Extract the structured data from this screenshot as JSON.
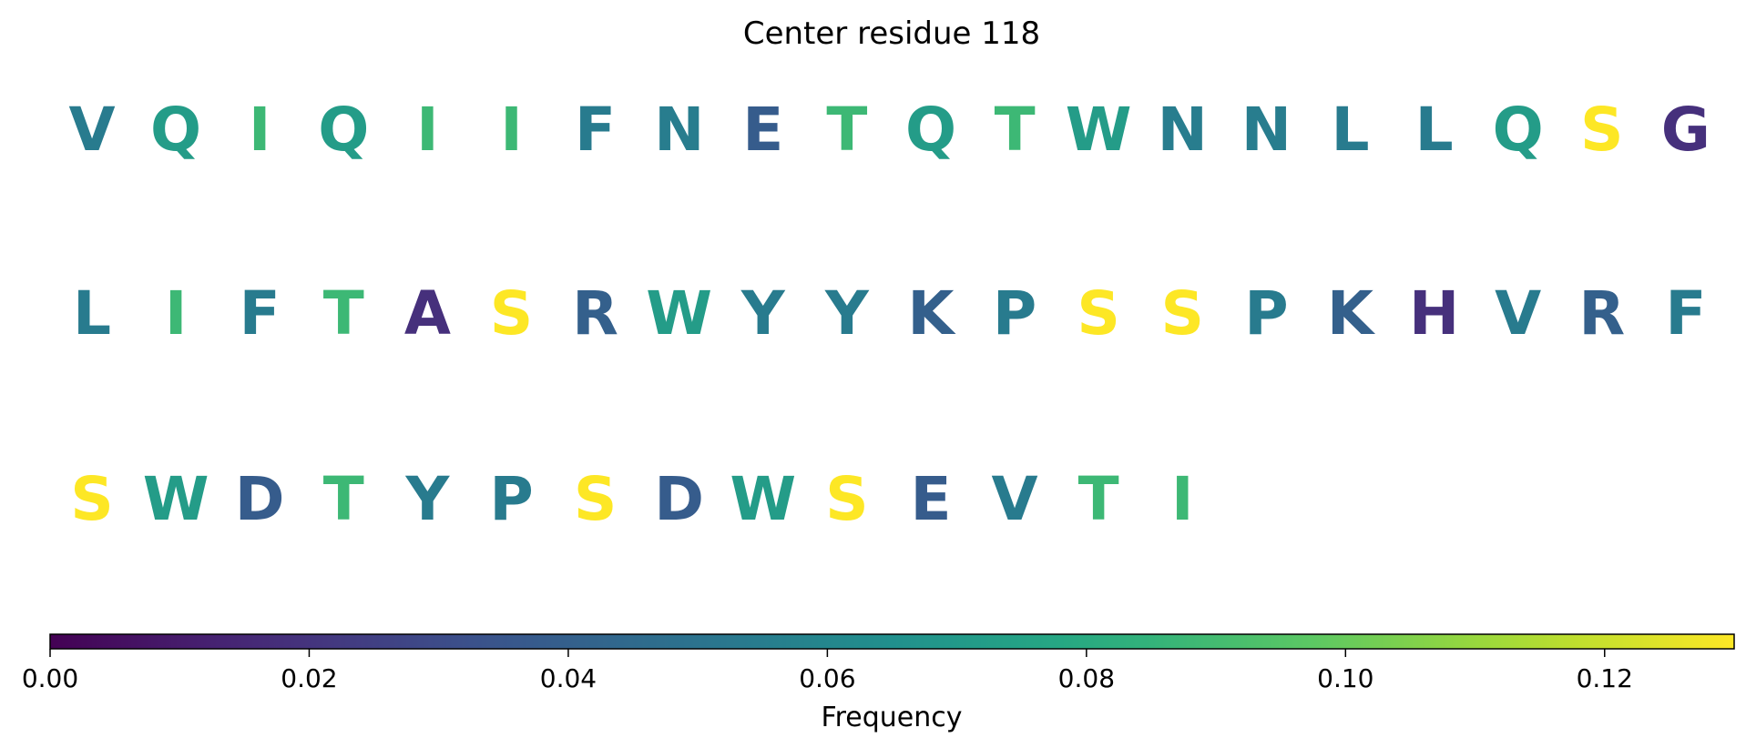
{
  "chart_data": {
    "type": "heatmap",
    "title": "Center residue 118",
    "residues": [
      {
        "letter": "V",
        "value": 0.054
      },
      {
        "letter": "Q",
        "value": 0.072
      },
      {
        "letter": "I",
        "value": 0.088
      },
      {
        "letter": "Q",
        "value": 0.072
      },
      {
        "letter": "I",
        "value": 0.088
      },
      {
        "letter": "I",
        "value": 0.088
      },
      {
        "letter": "F",
        "value": 0.054
      },
      {
        "letter": "N",
        "value": 0.055
      },
      {
        "letter": "E",
        "value": 0.038
      },
      {
        "letter": "T",
        "value": 0.088
      },
      {
        "letter": "Q",
        "value": 0.072
      },
      {
        "letter": "T",
        "value": 0.088
      },
      {
        "letter": "W",
        "value": 0.072
      },
      {
        "letter": "N",
        "value": 0.055
      },
      {
        "letter": "N",
        "value": 0.055
      },
      {
        "letter": "L",
        "value": 0.054
      },
      {
        "letter": "L",
        "value": 0.054
      },
      {
        "letter": "Q",
        "value": 0.072
      },
      {
        "letter": "S",
        "value": 0.13
      },
      {
        "letter": "G",
        "value": 0.018
      },
      {
        "letter": "L",
        "value": 0.054
      },
      {
        "letter": "I",
        "value": 0.088
      },
      {
        "letter": "F",
        "value": 0.054
      },
      {
        "letter": "T",
        "value": 0.088
      },
      {
        "letter": "A",
        "value": 0.018
      },
      {
        "letter": "S",
        "value": 0.13
      },
      {
        "letter": "R",
        "value": 0.04
      },
      {
        "letter": "W",
        "value": 0.072
      },
      {
        "letter": "Y",
        "value": 0.054
      },
      {
        "letter": "Y",
        "value": 0.054
      },
      {
        "letter": "K",
        "value": 0.04
      },
      {
        "letter": "P",
        "value": 0.054
      },
      {
        "letter": "S",
        "value": 0.13
      },
      {
        "letter": "S",
        "value": 0.13
      },
      {
        "letter": "P",
        "value": 0.054
      },
      {
        "letter": "K",
        "value": 0.04
      },
      {
        "letter": "H",
        "value": 0.018
      },
      {
        "letter": "V",
        "value": 0.054
      },
      {
        "letter": "R",
        "value": 0.04
      },
      {
        "letter": "F",
        "value": 0.054
      },
      {
        "letter": "S",
        "value": 0.13
      },
      {
        "letter": "W",
        "value": 0.072
      },
      {
        "letter": "D",
        "value": 0.038
      },
      {
        "letter": "T",
        "value": 0.088
      },
      {
        "letter": "Y",
        "value": 0.054
      },
      {
        "letter": "P",
        "value": 0.054
      },
      {
        "letter": "S",
        "value": 0.13
      },
      {
        "letter": "D",
        "value": 0.038
      },
      {
        "letter": "W",
        "value": 0.072
      },
      {
        "letter": "S",
        "value": 0.13
      },
      {
        "letter": "E",
        "value": 0.038
      },
      {
        "letter": "V",
        "value": 0.054
      },
      {
        "letter": "T",
        "value": 0.088
      },
      {
        "letter": "I",
        "value": 0.088
      }
    ],
    "colorbar": {
      "label": "Frequency",
      "colormap": "viridis",
      "range": [
        0.0,
        0.13
      ],
      "ticks": [
        0.0,
        0.02,
        0.04,
        0.06,
        0.08,
        0.1,
        0.12
      ],
      "tick_labels": [
        "0.00",
        "0.02",
        "0.04",
        "0.06",
        "0.08",
        "0.10",
        "0.12"
      ]
    }
  }
}
